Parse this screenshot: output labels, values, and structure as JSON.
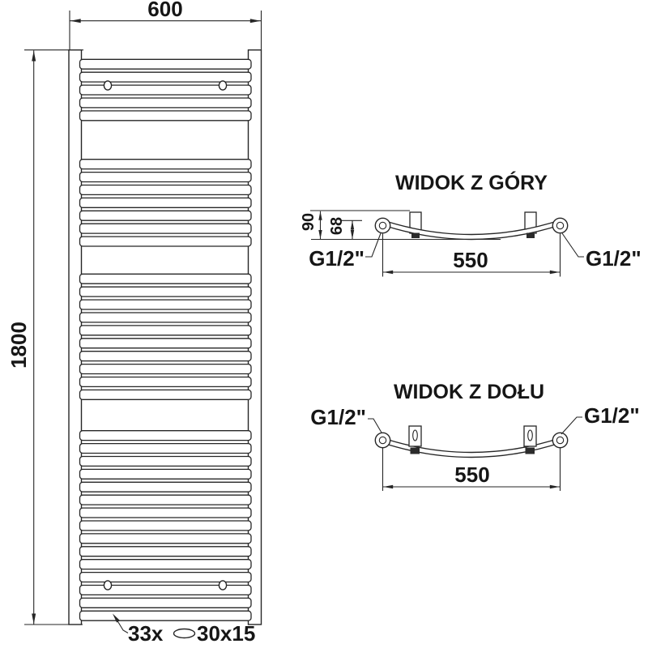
{
  "front_view": {
    "width_dim": "600",
    "height_dim": "1800",
    "note_count": "33x",
    "note_size": "30x15"
  },
  "top_view": {
    "title": "WIDOK Z GÓRY",
    "depth_dim": "90",
    "axis_dim": "68",
    "span_dim": "550",
    "thread_left": "G1/2\"",
    "thread_right": "G1/2\""
  },
  "bottom_view": {
    "title": "WIDOK Z DOŁU",
    "span_dim": "550",
    "thread_left": "G1/2\"",
    "thread_right": "G1/2\""
  },
  "drawing": {
    "tube_x": 98.5,
    "tube_w": 211.5,
    "tube_h": 11.9,
    "pitch": 15.9,
    "groups": [
      {
        "y": 73.3,
        "count": 5
      },
      {
        "y": 196.7,
        "count": 7
      },
      {
        "y": 338.3,
        "count": 10
      },
      {
        "y": 531.7,
        "count": 15
      }
    ]
  },
  "colors": {
    "line": "#262626",
    "background": "#ffffff"
  }
}
